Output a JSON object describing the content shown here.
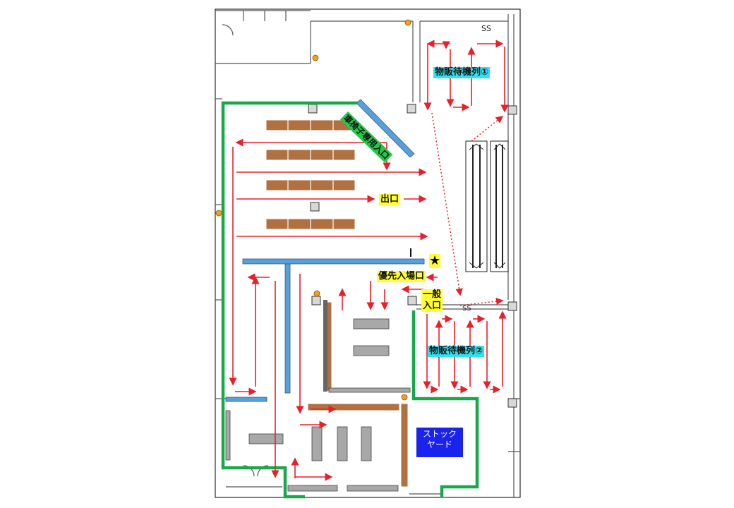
{
  "labels": {
    "exit": "出口",
    "priority_entrance": "優先入場口",
    "general_entrance": "一般\n入口",
    "merch_queue_1": "物販待機列①",
    "merch_queue_2": "物販待機列②",
    "wheelchair_entrance": "車椅子専用入口",
    "stock_yard": "ストック\nヤード",
    "star": "★",
    "ss_top": "SS",
    "ss_mid": "SS"
  },
  "colors": {
    "route_arrow": "#e8202a",
    "outer_border": "#18a84a",
    "partition": "#5aa0d8",
    "table": "#b07040",
    "yellow_label": "#ffff33",
    "cyan_label": "#33e0f0",
    "green_label": "#22c84a",
    "blue_label": "#1a22ee"
  }
}
